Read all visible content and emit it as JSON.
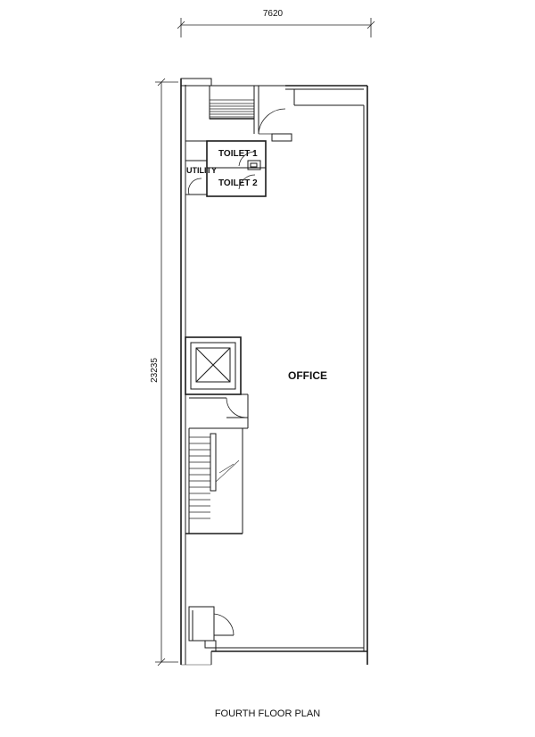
{
  "plan": {
    "title": "FOURTH FLOOR PLAN",
    "width_dimension": "7620",
    "depth_dimension": "23235",
    "rooms": {
      "office": "OFFICE",
      "toilet_1": "TOILET 1",
      "toilet_2": "TOILET 2",
      "utility": "UTILITY"
    }
  }
}
